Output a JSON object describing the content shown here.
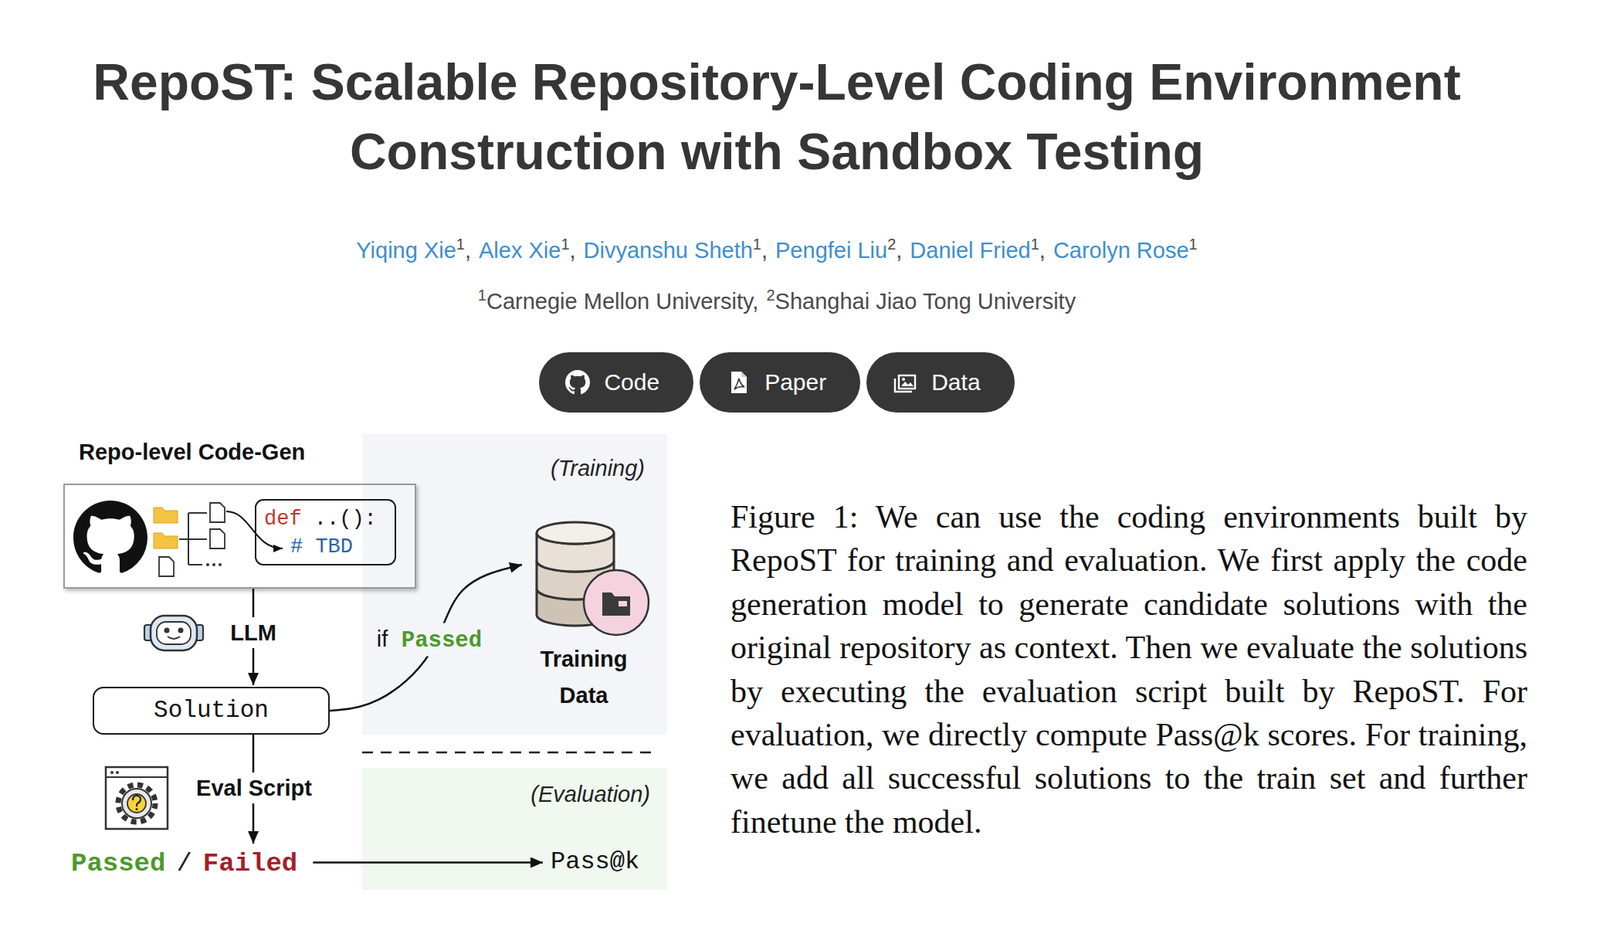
{
  "diagram": {
    "title": "RepoST: Scalable Repository-Level Coding Environment Construction with Sandbox Testing",
    "caption": "Figure 1: We can use the coding environments built by RepoST for training and evaluation. We first apply the code generation model to generate candidate solutions with the original repository as context. Then we evaluate the solutions by executing the evaluation script built by RepoST. For evaluation, we directly compute Pass@k scores. For training, we add all successful solutions to the train set and further finetune the model.",
    "nodes": [
      {
        "text": [
          "Code"
        ]
      },
      {
        "text": [
          "Paper"
        ]
      },
      {
        "text": [
          "Data"
        ]
      },
      {
        "text": [
          "Repo-level Code-Gen"
        ]
      },
      {
        "text": [
          "def ..():",
          "# TBD"
        ],
        "in": 3
      },
      {
        "text": [
          "Solution"
        ]
      },
      {
        "text": [
          "(Training)"
        ]
      },
      {
        "text": [
          "Training Data"
        ],
        "in": 6
      },
      {
        "text": [
          "(Evaluation)"
        ]
      },
      {
        "text": [
          "Pass@k"
        ],
        "in": 8
      },
      {
        "text": [
          "Passed",
          "/",
          "Failed"
        ]
      }
    ],
    "edges": [
      {
        "from": 3,
        "to": 5,
        "label": "LLM",
        "arrow": "to"
      },
      {
        "from": 5,
        "to": 7,
        "label": "if Passed",
        "arrow": "to"
      },
      {
        "from": 5,
        "to": 10,
        "label": "Eval Script",
        "arrow": "to"
      },
      {
        "from": 10,
        "to": 9,
        "arrow": "to"
      }
    ],
    "labels": [
      "Yiqing Xie",
      "1",
      ",",
      "Alex Xie",
      "1",
      ",",
      "Divyanshu Sheth",
      "1",
      ",",
      "Pengfei Liu",
      "2",
      ",",
      "Daniel Fried",
      "1",
      ",",
      "Carolyn Rose",
      "1",
      "1",
      "Carnegie Mellon University,",
      "2",
      "Shanghai Jiao Tong University"
    ]
  }
}
